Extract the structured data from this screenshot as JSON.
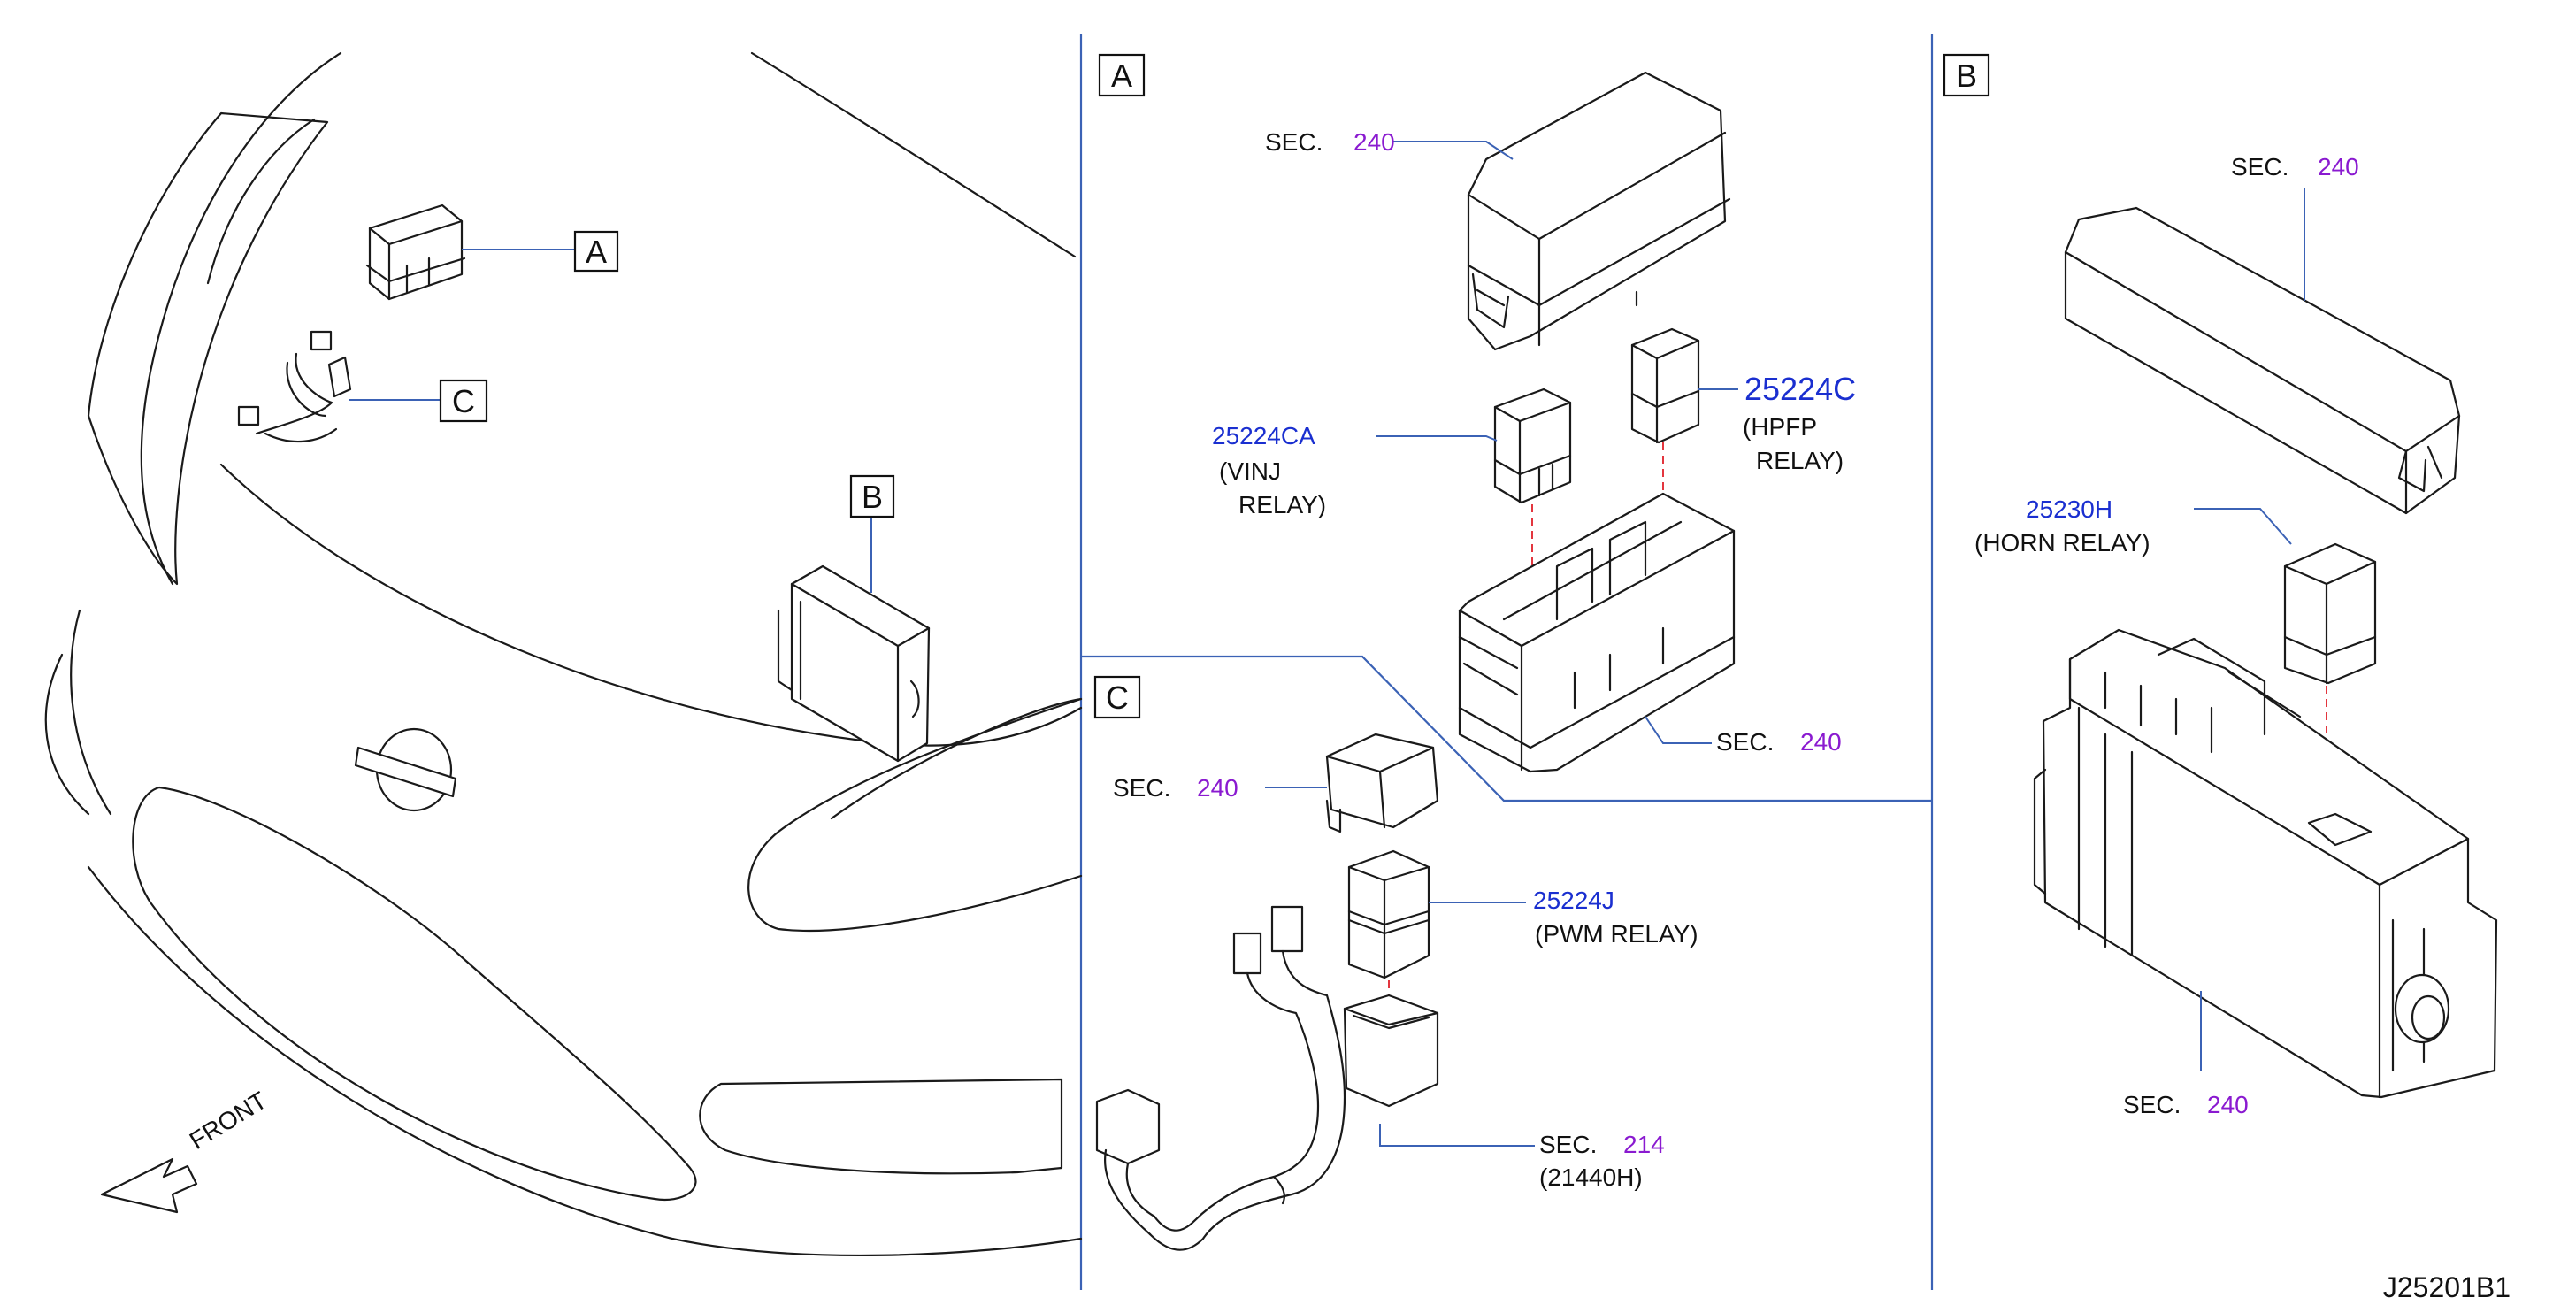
{
  "colors": {
    "part_number": "#1a2fd0",
    "section_number": "#8a1ad0",
    "leader_line": "#3b62b5",
    "alignment_dash": "#e0202a",
    "linework": "#1a1a1a"
  },
  "overview": {
    "callouts": [
      "A",
      "B",
      "C"
    ],
    "front_label": "FRONT"
  },
  "panel_a": {
    "tag": "A",
    "cover_sec": "SEC.",
    "cover_sec_num": "240",
    "relay_left_part": "25224CA",
    "relay_left_desc1": "(VINJ",
    "relay_left_desc2": "RELAY)",
    "relay_right_part": "25224C",
    "relay_right_desc1": "(HPFP",
    "relay_right_desc2": "RELAY)",
    "block_sec": "SEC.",
    "block_sec_num": "240"
  },
  "panel_b": {
    "tag": "B",
    "cover_sec": "SEC.",
    "cover_sec_num": "240",
    "relay_part": "25230H",
    "relay_desc": "(HORN   RELAY)",
    "block_sec": "SEC.",
    "block_sec_num": "240"
  },
  "panel_c": {
    "tag": "C",
    "cap_sec": "SEC.",
    "cap_sec_num": "240",
    "relay_part": "25224J",
    "relay_desc": "(PWM   RELAY)",
    "harness_sec": "SEC.",
    "harness_sec_num": "214",
    "harness_part": "(21440H)"
  },
  "diagram_id": "J25201B1"
}
